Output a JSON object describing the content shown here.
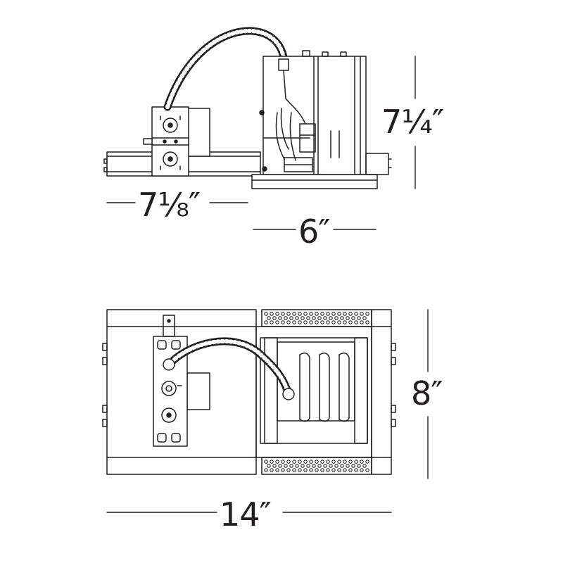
{
  "dimensions": {
    "side_height": "7¼″",
    "side_housing_length": "7⅛″",
    "side_frame_depth": "6″",
    "top_width": "8″",
    "top_length": "14″"
  },
  "colors": {
    "line": "#231f20",
    "background": "#ffffff"
  }
}
